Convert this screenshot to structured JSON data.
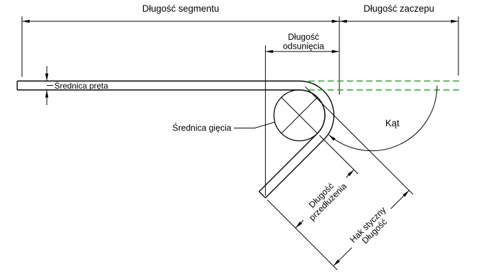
{
  "diagram": {
    "kind": "rebar-tangent-hook-dimension-diagram",
    "labels": {
      "segment_length": "Długość segmentu",
      "hook_allowance_length": "Długość zaczepu",
      "offset_length": [
        "Długość",
        "odsunięcia"
      ],
      "bar_diameter": "Średnica pręta",
      "bend_diameter": "Średnica gięcia",
      "angle": "Kąt",
      "extension_length": [
        "Długość",
        "przedłużenia"
      ],
      "tangent_hook_length": [
        "Hak styczny",
        "Długość"
      ]
    },
    "colors": {
      "line": "#000000",
      "projection_dashed": "#2aa52a",
      "background": "#ffffff"
    }
  }
}
